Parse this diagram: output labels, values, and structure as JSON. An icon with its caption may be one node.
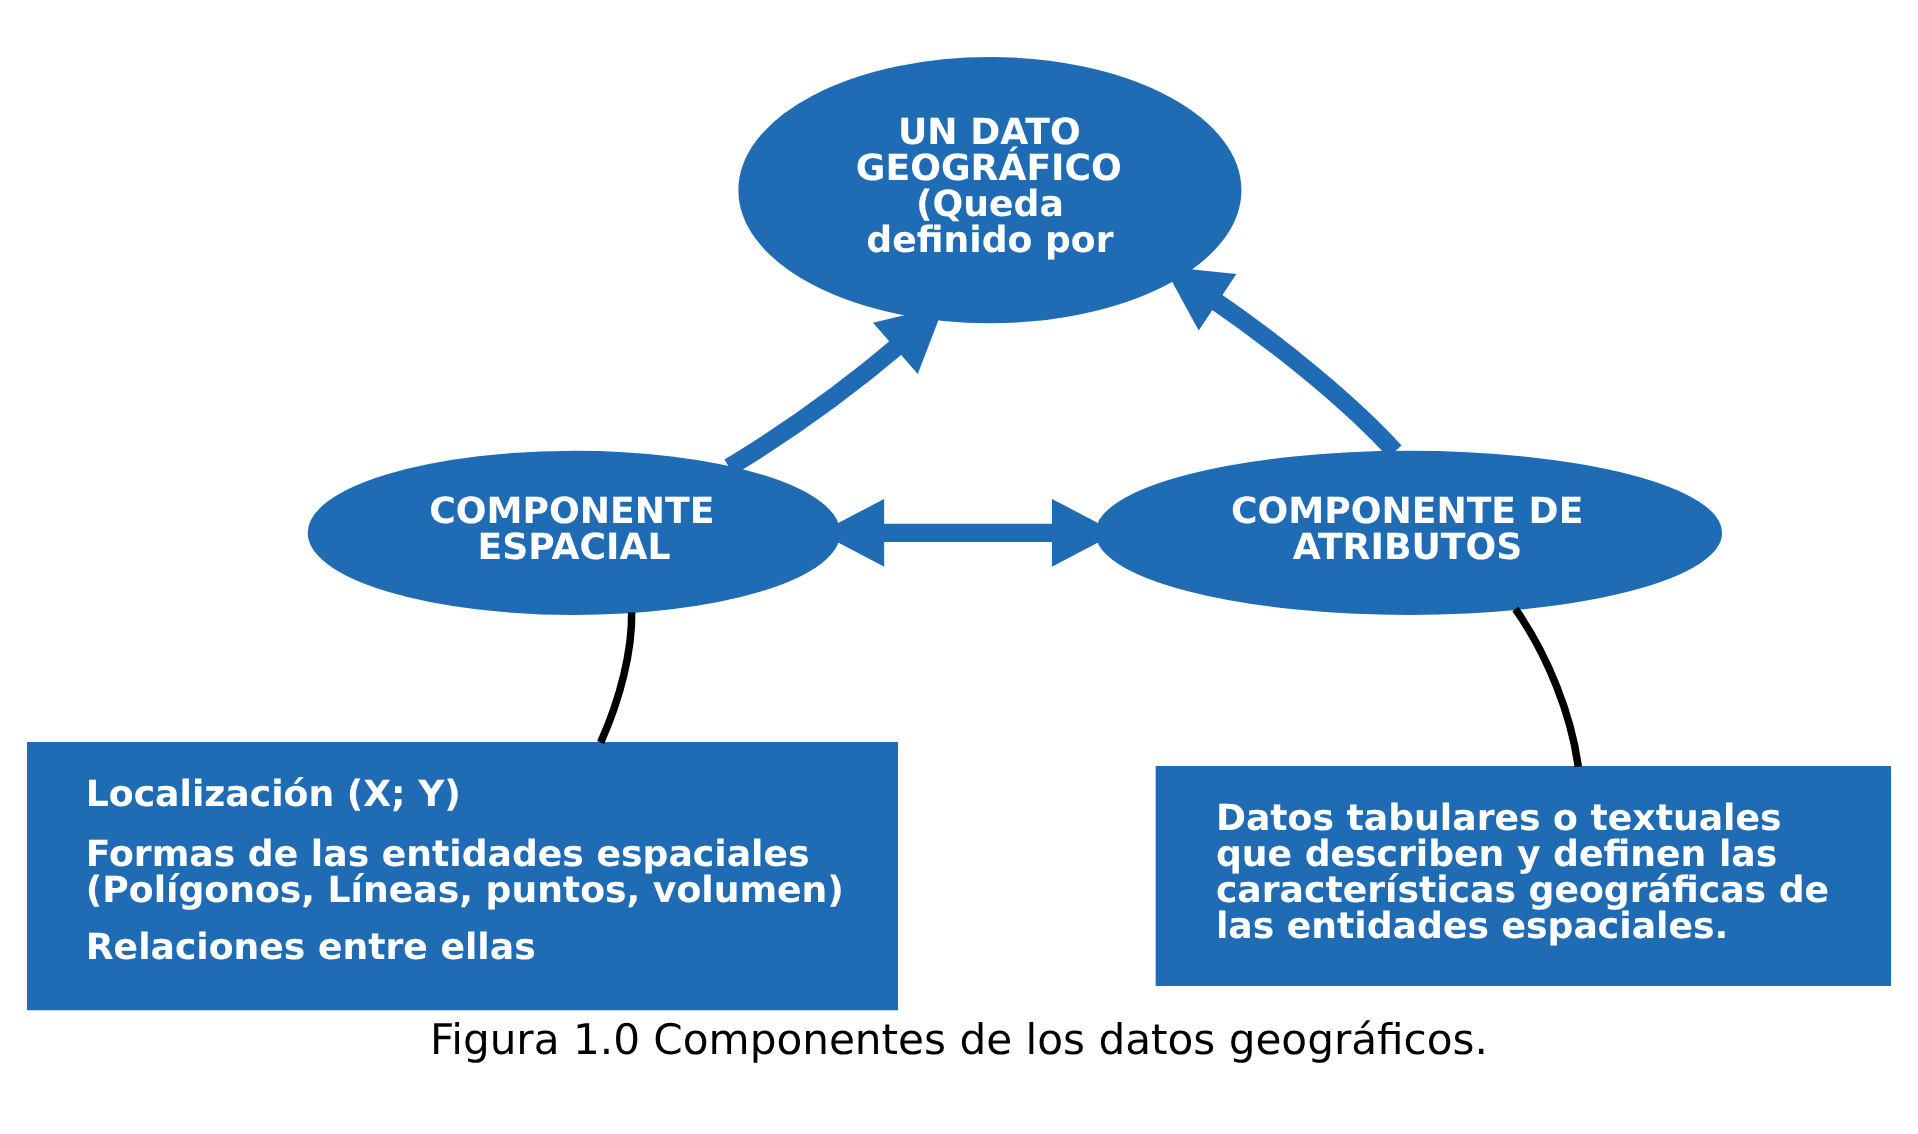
{
  "diagram": {
    "caption": "Figura 1.0 Componentes de los datos geográficos.",
    "nodes": [
      {
        "text": [
          "UN DATO GEOGRÁFICO (Queda definido por"
        ]
      },
      {
        "text": [
          "COMPONENTE ESPACIAL"
        ]
      },
      {
        "text": [
          "COMPONENTE DE ATRIBUTOS"
        ]
      },
      {
        "text": [
          "Localización (X; Y)",
          "Formas de las entidades espaciales (Polígonos, Líneas, puntos, volumen)",
          "Relaciones entre ellas"
        ]
      },
      {
        "text": [
          "Datos tabulares o textuales que describen y definen las características geográficas de las entidades espaciales."
        ]
      }
    ],
    "edges": [
      {
        "from": 1,
        "to": 2,
        "arrow": "both"
      },
      {
        "from": 1,
        "to": 0,
        "arrow": "to"
      },
      {
        "from": 2,
        "to": 0,
        "arrow": "to"
      },
      {
        "from": 1,
        "to": 3,
        "arrow": "none",
        "color": "#000000"
      },
      {
        "from": 2,
        "to": 4,
        "arrow": "none",
        "color": "#000000"
      }
    ]
  }
}
